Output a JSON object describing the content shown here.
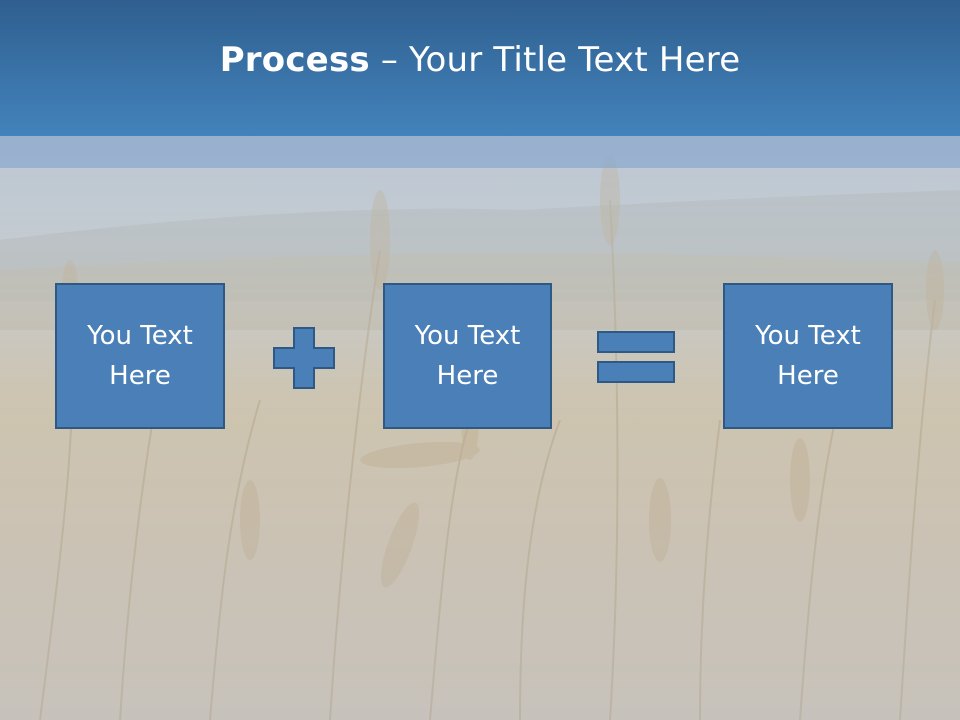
{
  "slide": {
    "title_bold": "Process",
    "title_rest": " – Your Title Text Here",
    "boxes": [
      {
        "label": "You Text\nHere"
      },
      {
        "label": "You Text\nHere"
      },
      {
        "label": "You Text\nHere"
      }
    ],
    "operators": [
      "plus-icon",
      "equals-icon"
    ]
  },
  "colors": {
    "title_bar": "#3a73a8",
    "box_fill": "#4a7fb7",
    "box_border": "#2e5984",
    "text": "#ffffff"
  }
}
